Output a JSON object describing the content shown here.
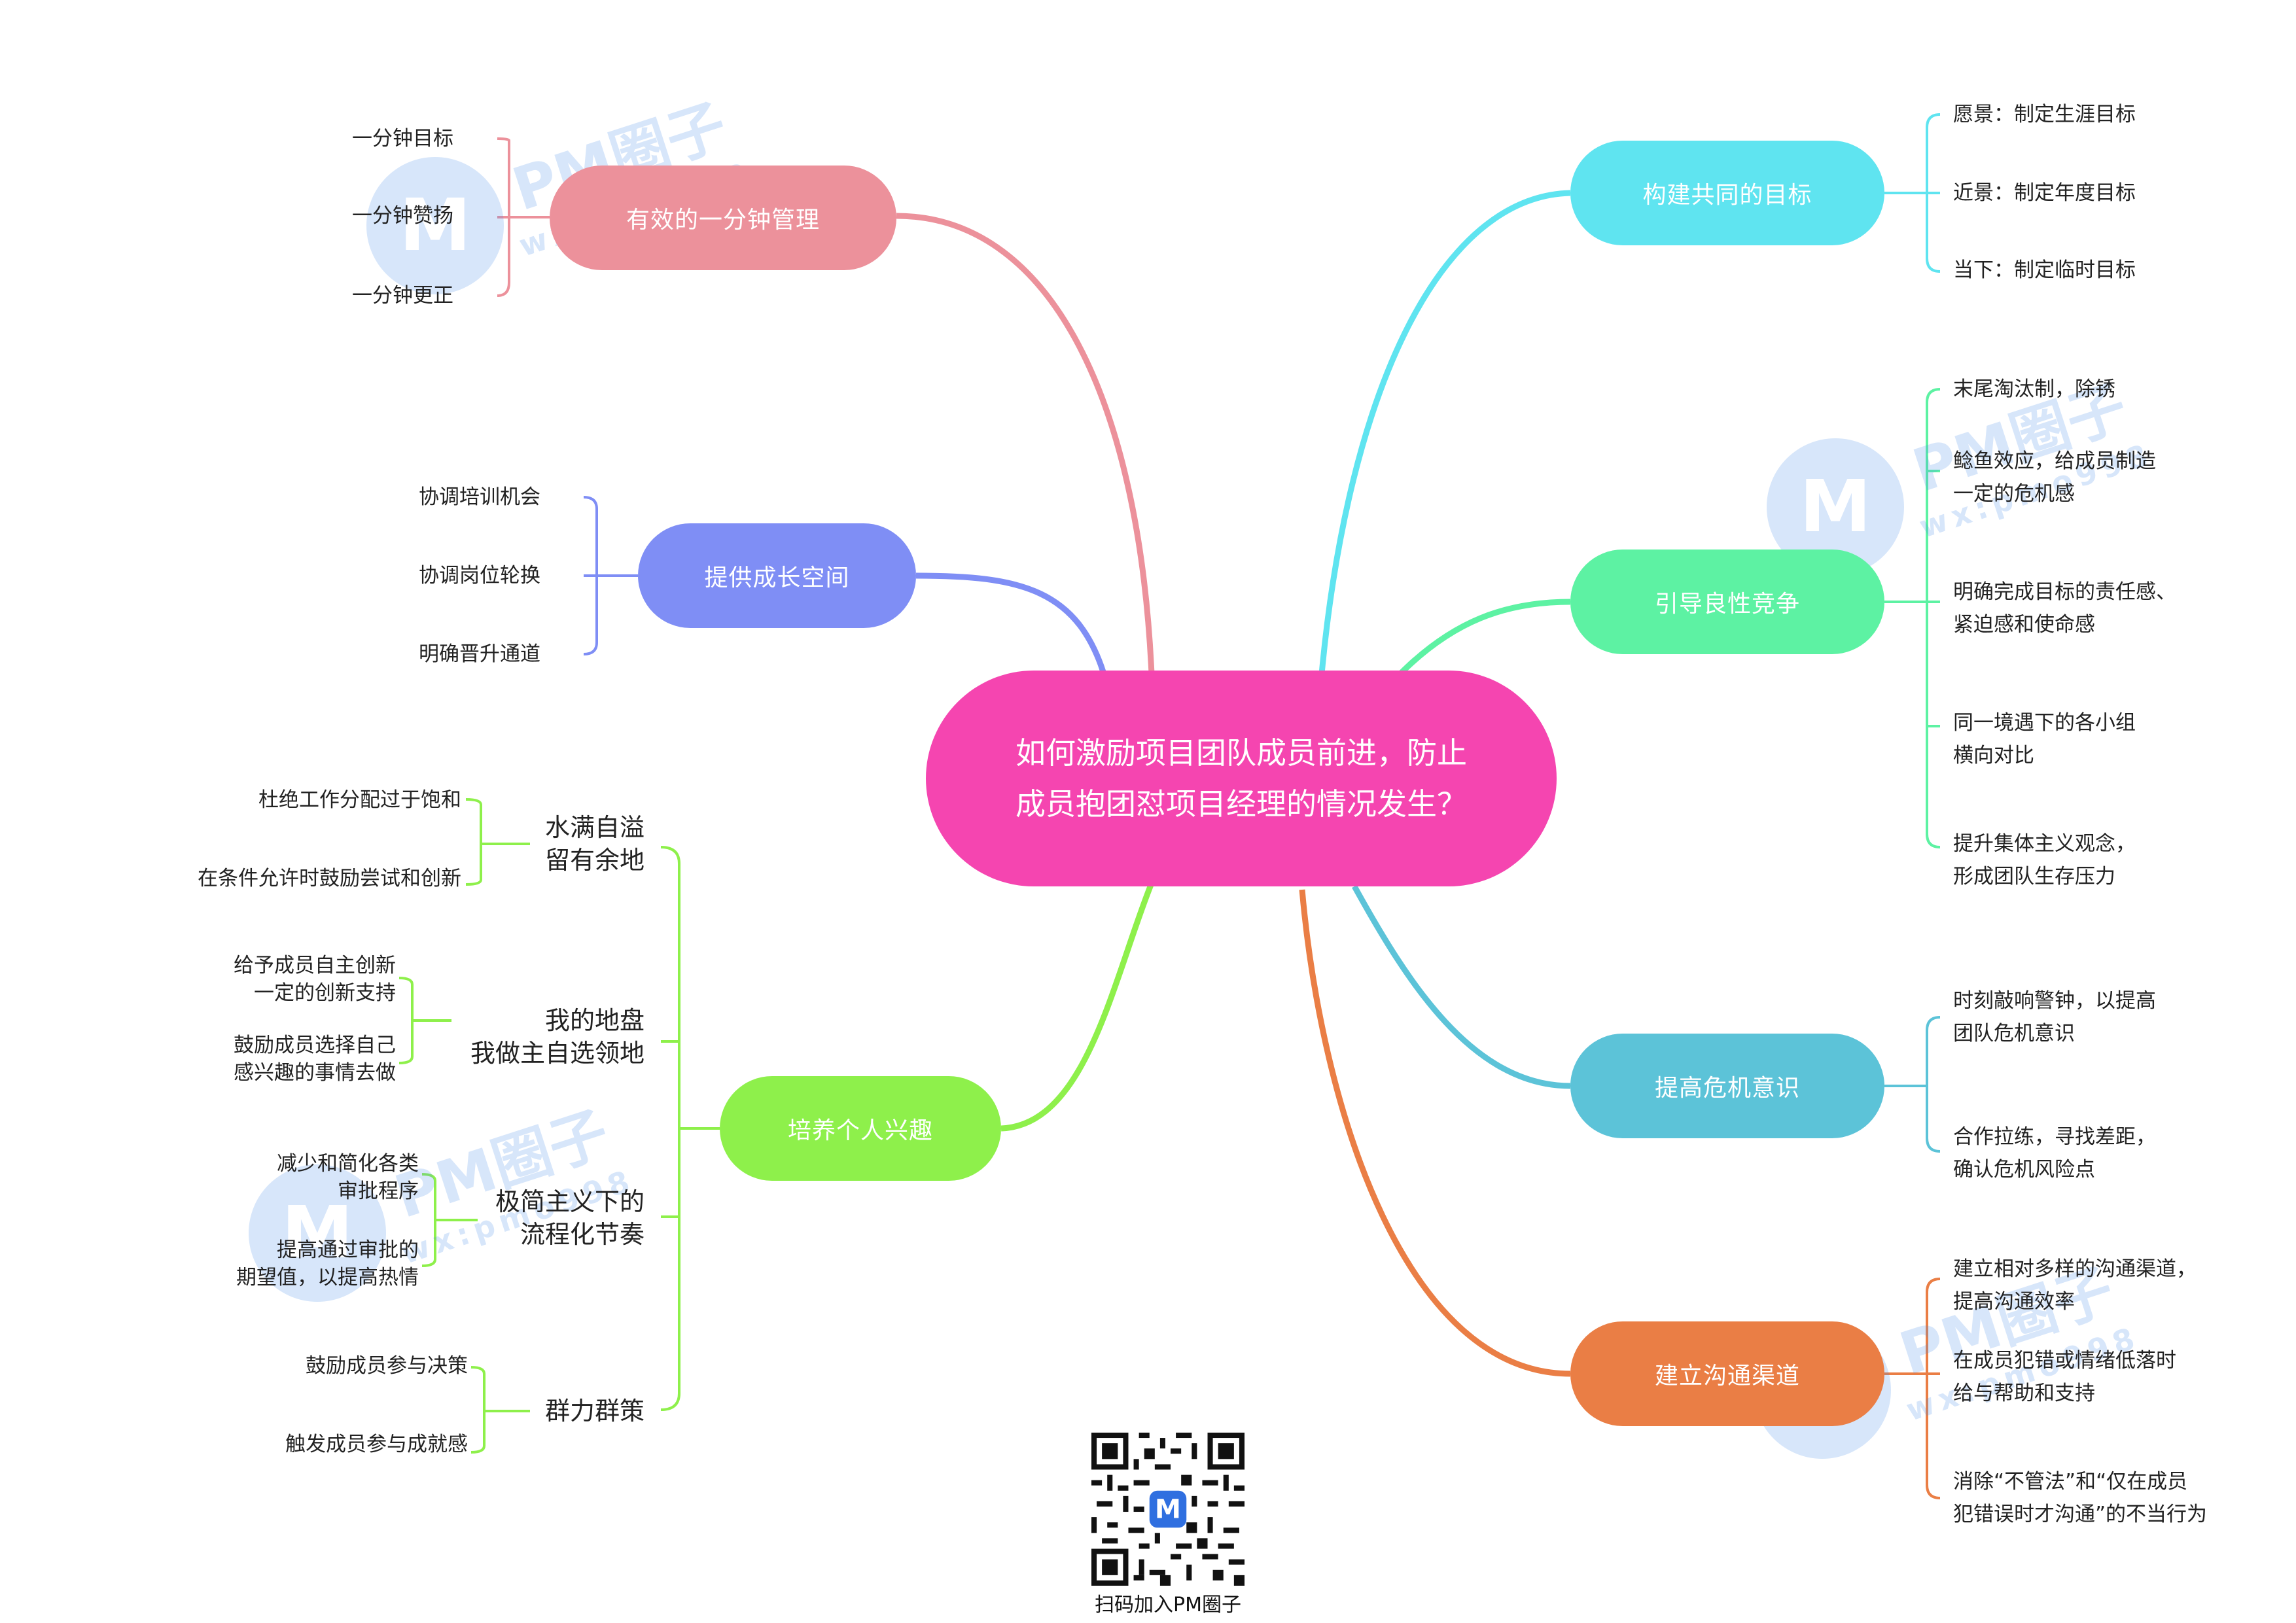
{
  "central_topic": [
    "如何激励项目团队成员前进，防止",
    "成员抱团怼项目经理的情况发生？"
  ],
  "branches": {
    "minute_management": {
      "label": "有效的一分钟管理",
      "color": "#ec919b",
      "items": [
        "一分钟目标",
        "一分钟赞扬",
        "一分钟更正"
      ]
    },
    "growth_space": {
      "label": "提供成长空间",
      "color": "#7f8ef5",
      "items": [
        "协调培训机会",
        "协调岗位轮换",
        "明确晋升通道"
      ]
    },
    "personal_interest": {
      "label": "培养个人兴趣",
      "color": "#8ef04b",
      "subs": [
        {
          "lines": [
            "水满自溢",
            "留有余地"
          ],
          "items": [
            [
              "杜绝工作分配过于饱和"
            ],
            [
              "在条件允许时鼓励尝试和创新"
            ]
          ]
        },
        {
          "lines": [
            "我的地盘",
            "我做主自选领地"
          ],
          "items": [
            [
              "给予成员自主创新",
              "一定的创新支持"
            ],
            [
              "鼓励成员选择自己",
              "感兴趣的事情去做"
            ]
          ]
        },
        {
          "lines": [
            "极简主义下的",
            "流程化节奏"
          ],
          "items": [
            [
              "减少和简化各类",
              "审批程序"
            ],
            [
              "提高通过审批的",
              "期望值，以提高热情"
            ]
          ]
        },
        {
          "lines": [
            "群力群策"
          ],
          "items": [
            [
              "鼓励成员参与决策"
            ],
            [
              "触发成员参与成就感"
            ]
          ]
        }
      ]
    },
    "common_goal": {
      "label": "构建共同的目标",
      "color": "#5fe4f0",
      "items": [
        [
          "愿景：制定生涯目标"
        ],
        [
          "近景：制定年度目标"
        ],
        [
          "当下：制定临时目标"
        ]
      ]
    },
    "competition": {
      "label": "引导良性竞争",
      "color": "#5df2a3",
      "items": [
        [
          "末尾淘汰制，除锈"
        ],
        [
          "鲶鱼效应，给成员制造",
          "一定的危机感"
        ],
        [
          "明确完成目标的责任感、",
          "紧迫感和使命感"
        ],
        [
          "同一境遇下的各小组",
          "横向对比"
        ],
        [
          "提升集体主义观念，",
          "形成团队生存压力"
        ]
      ]
    },
    "crisis": {
      "label": "提高危机意识",
      "color": "#5cc3d8",
      "items": [
        [
          "时刻敲响警钟，以提高",
          "团队危机意识"
        ],
        [
          "合作拉练，寻找差距，",
          "确认危机风险点"
        ]
      ]
    },
    "communication": {
      "label": "建立沟通渠道",
      "color": "#ea7e45",
      "items": [
        [
          "建立相对多样的沟通渠道，",
          "提高沟通效率"
        ],
        [
          "在成员犯错或情绪低落时",
          "给与帮助和支持"
        ],
        [
          "消除“不管法”和“仅在成员",
          "犯错误时才沟通”的不当行为"
        ]
      ]
    }
  },
  "footer": {
    "qr_caption": "扫码加入PM圈子",
    "qr_icon": "qr-code"
  },
  "watermark": {
    "brand": "PM圈子",
    "handle": "wx:pmo998",
    "glyph": "M"
  },
  "center_color": "#f545b0"
}
